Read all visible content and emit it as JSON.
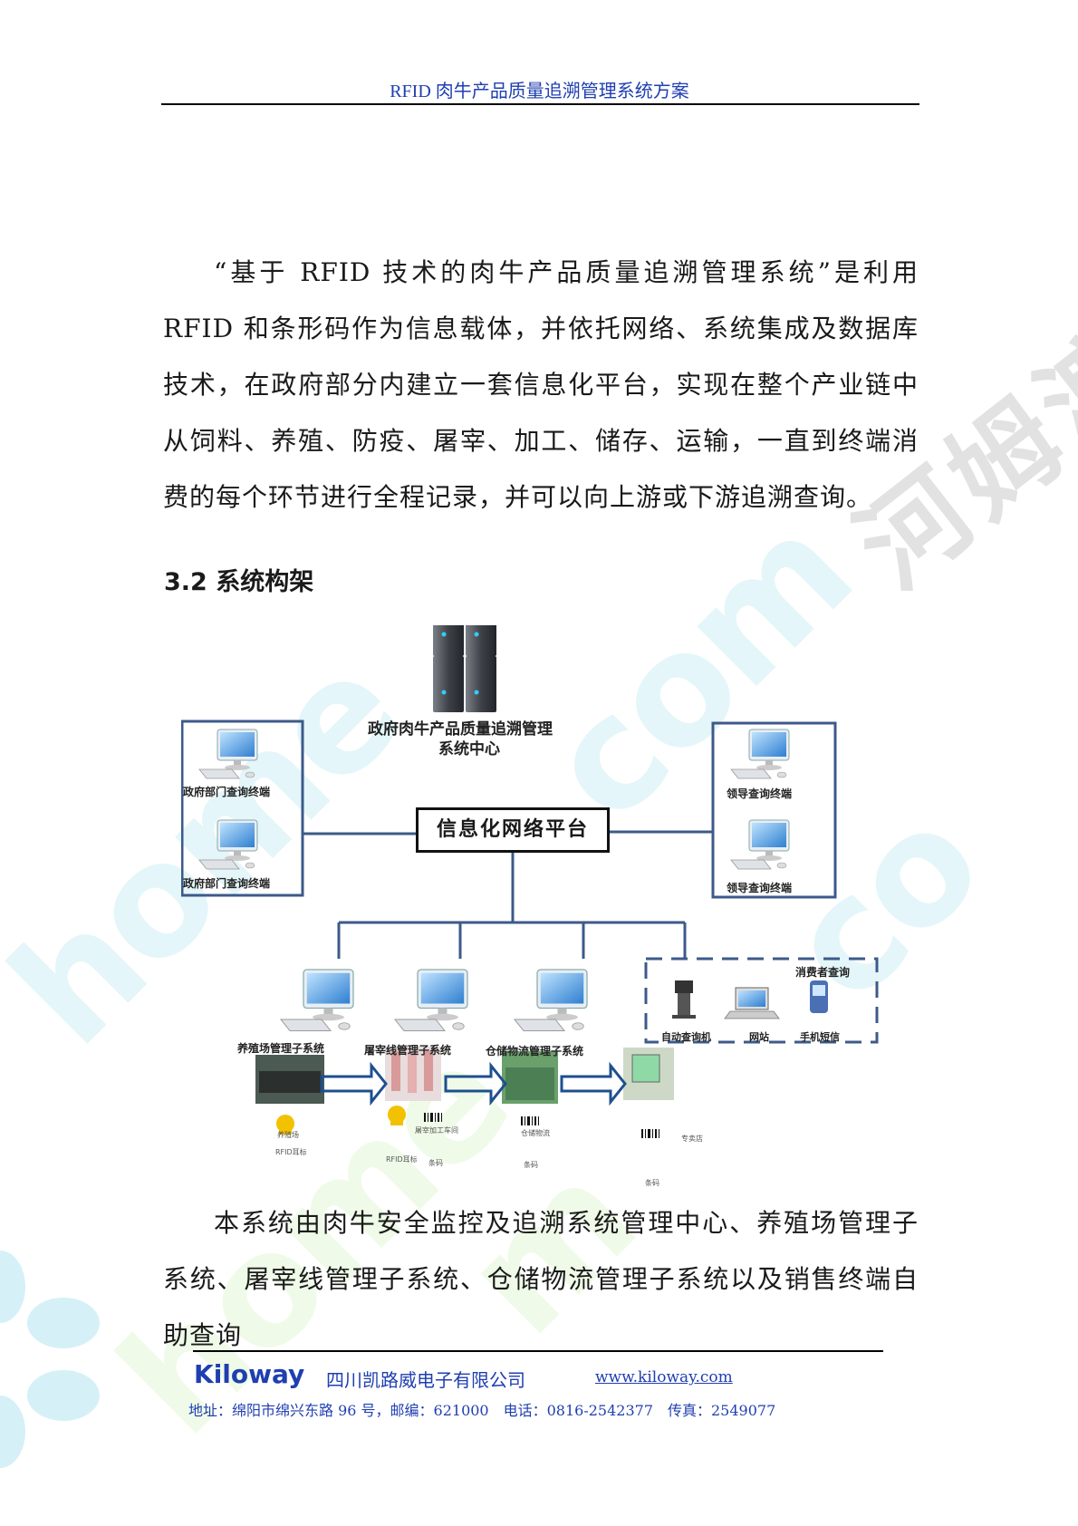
{
  "header": {
    "title": "RFID 肉牛产品质量追溯管理系统方案"
  },
  "body": {
    "paragraph1": "“基于 RFID 技术的肉牛产品质量追溯管理系统”是利用 RFID 和条形码作为信息载体，并依托网络、系统集成及数据库技术，在政府部分内建立一套信息化平台，实现在整个产业链中从饲料、养殖、防疫、屠宰、加工、储存、运输，一直到终端消费的每个环节进行全程记录，并可以向上游或下游追溯查询。",
    "section_title": "3.2  系统构架",
    "paragraph2": "本系统由肉牛安全监控及追溯系统管理中心、养殖场管理子系统、屠宰线管理子系统、仓储物流管理子系统以及销售终端自助查询"
  },
  "diagram": {
    "center_line1": "政府肉牛产品质量追溯管理",
    "center_line2": "系统中心",
    "platform": "信息化网络平台",
    "gov_terminal_1": "政府部门查询终端",
    "gov_terminal_2": "政府部门查询终端",
    "leader_terminal_1": "领导查询终端",
    "leader_terminal_2": "领导查询终端",
    "sub_farm": "养殖场管理子系统",
    "sub_slaughter": "屠宰线管理子系统",
    "sub_storage": "仓储物流管理子系统",
    "consumer_title": "消费者查询",
    "consumer_kiosk": "自动查询机",
    "consumer_web": "网站",
    "consumer_phone": "手机短信",
    "flow_farm": "养殖场",
    "flow_tag1": "RFID耳标",
    "flow_slaughter": "屠宰加工车间",
    "flow_tag2": "RFID耳标",
    "flow_barcode1": "条码",
    "flow_storage": "仓储物流",
    "flow_barcode2": "条码",
    "flow_shop": "专卖店",
    "flow_barcode3": "条码"
  },
  "footer": {
    "brand": "Kiloway",
    "company": "四川凯路威电子有限公司",
    "website": "www.kiloway.com",
    "address": "地址：绵阳市绵兴东路 96 号，邮编：621000　电话：0816-2542377　传真：2549077"
  },
  "colors": {
    "accent": "#1f3fb0",
    "box_border": "#3c5a8a",
    "monitor": "#3d8fd6"
  }
}
